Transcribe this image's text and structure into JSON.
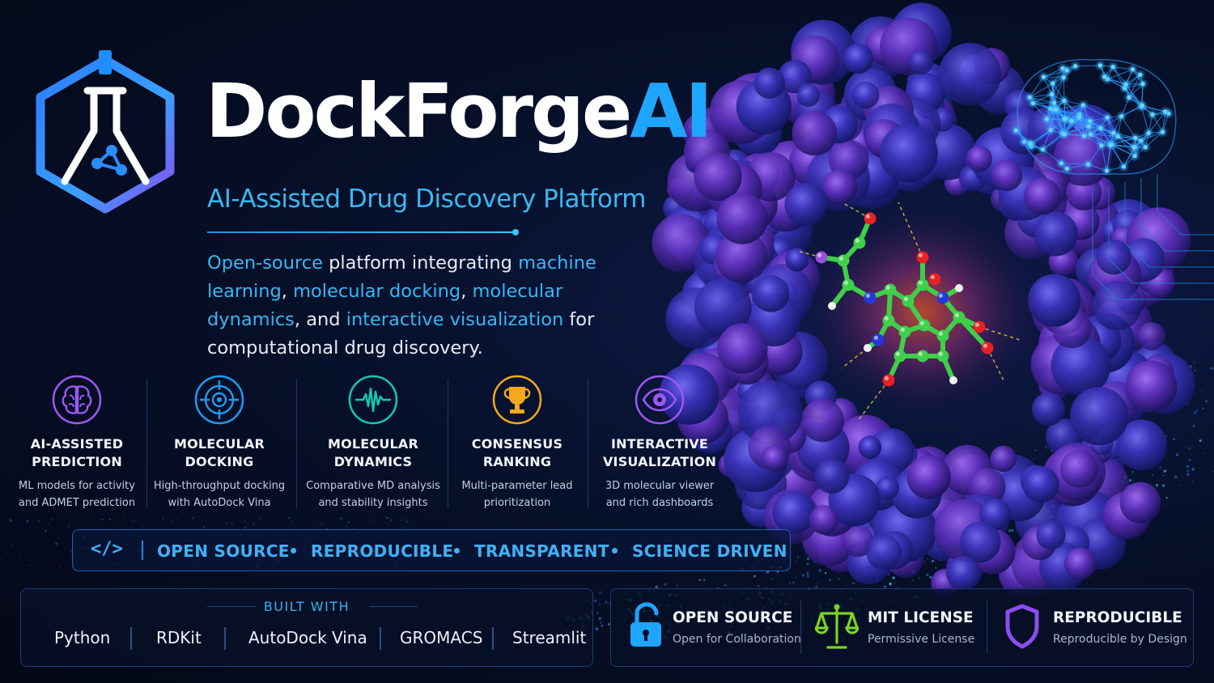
{
  "brand": {
    "name_part1": "DockForge",
    "name_part2": "AI",
    "subtitle": "AI-Assisted Drug Discovery Platform"
  },
  "description": {
    "segments": [
      {
        "text": "Open-source",
        "highlight": true
      },
      {
        "text": " platform integrating ",
        "highlight": false
      },
      {
        "text": "machine learning",
        "highlight": true
      },
      {
        "text": ", ",
        "highlight": false
      },
      {
        "text": "molecular docking",
        "highlight": true
      },
      {
        "text": ", ",
        "highlight": false
      },
      {
        "text": "molecular dynamics",
        "highlight": true
      },
      {
        "text": ", and ",
        "highlight": false
      },
      {
        "text": "interactive visualization",
        "highlight": true
      },
      {
        "text": " for computational drug discovery.",
        "highlight": false
      }
    ]
  },
  "features": [
    {
      "icon": "brain-icon",
      "title_line1": "AI-ASSISTED",
      "title_line2": "PREDICTION",
      "desc_line1": "ML models for activity",
      "desc_line2": "and ADMET prediction",
      "color": "#9b59f5"
    },
    {
      "icon": "target-icon",
      "title_line1": "MOLECULAR",
      "title_line2": "DOCKING",
      "desc_line1": "High-throughput docking",
      "desc_line2": "with AutoDock Vina",
      "color": "#1e9bf0"
    },
    {
      "icon": "waveform-icon",
      "title_line1": "MOLECULAR",
      "title_line2": "DYNAMICS",
      "desc_line1": "Comparative MD analysis",
      "desc_line2": "and stability insights",
      "color": "#12c9b0"
    },
    {
      "icon": "trophy-icon",
      "title_line1": "CONSENSUS",
      "title_line2": "RANKING",
      "desc_line1": "Multi-parameter lead",
      "desc_line2": "prioritization",
      "color": "#f5a81c"
    },
    {
      "icon": "eye-icon",
      "title_line1": "INTERACTIVE",
      "title_line2": "VISUALIZATION",
      "desc_line1": "3D molecular viewer",
      "desc_line2": "and rich dashboards",
      "color": "#9b59f5"
    }
  ],
  "tagline": {
    "code_glyph": "</>",
    "items": [
      "OPEN SOURCE",
      "REPRODUCIBLE",
      "TRANSPARENT",
      "SCIENCE DRIVEN"
    ]
  },
  "built_with": {
    "heading": "BUILT WITH",
    "tools": [
      "Python",
      "RDKit",
      "AutoDock Vina",
      "GROMACS",
      "Streamlit"
    ]
  },
  "badges": [
    {
      "icon": "unlock-icon",
      "title": "OPEN SOURCE",
      "subtitle": "Open for Collaboration",
      "color": "#1ea6ff"
    },
    {
      "icon": "scales-icon",
      "title": "MIT LICENSE",
      "subtitle": "Permissive License",
      "color": "#7ed321"
    },
    {
      "icon": "shield-icon",
      "title": "REPRODUCIBLE",
      "subtitle": "Reproducible by Design",
      "color": "#8b4cf0"
    }
  ],
  "colors": {
    "background": "#050a1c",
    "accent_blue": "#1ea6ff",
    "text_highlight": "#36b8f5",
    "protein_purple": "#5a35c8"
  }
}
